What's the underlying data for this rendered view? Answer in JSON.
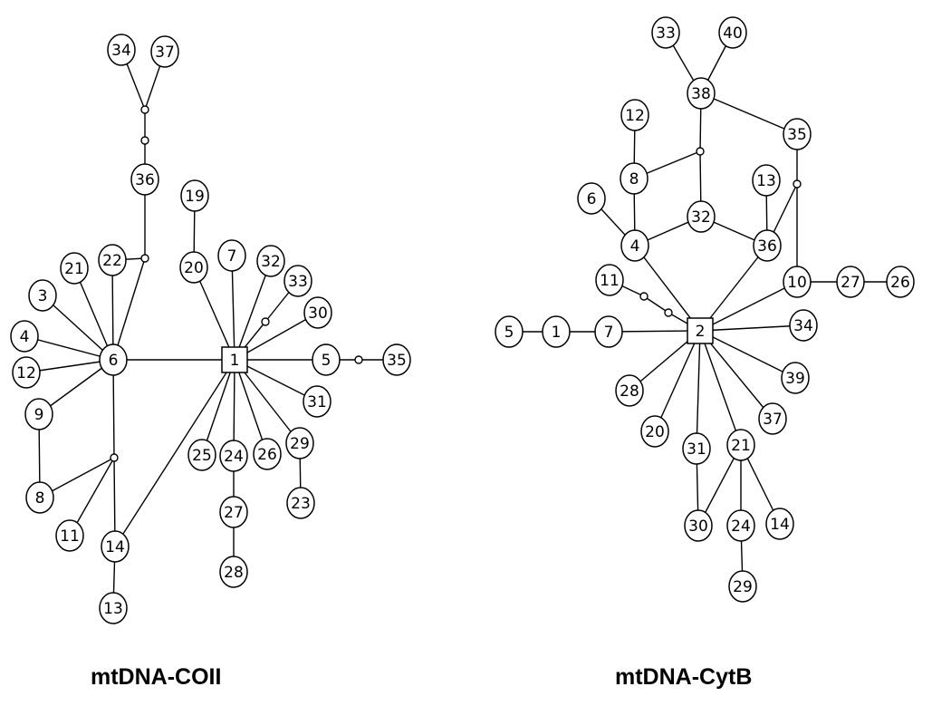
{
  "colors": {
    "stroke": "#000000",
    "node_fill": "#ffffff",
    "background": "#ffffff"
  },
  "panels": [
    {
      "title": "mtDNA-COII",
      "nodes": [
        {
          "id": "1",
          "label": "1",
          "shape": "square"
        },
        {
          "id": "6",
          "label": "6"
        },
        {
          "id": "34",
          "label": "34"
        },
        {
          "id": "37",
          "label": "37"
        },
        {
          "id": "36",
          "label": "36"
        },
        {
          "id": "22",
          "label": "22"
        },
        {
          "id": "21",
          "label": "21"
        },
        {
          "id": "3",
          "label": "3"
        },
        {
          "id": "4",
          "label": "4"
        },
        {
          "id": "12",
          "label": "12"
        },
        {
          "id": "9",
          "label": "9"
        },
        {
          "id": "8",
          "label": "8"
        },
        {
          "id": "11",
          "label": "11"
        },
        {
          "id": "14",
          "label": "14"
        },
        {
          "id": "13",
          "label": "13"
        },
        {
          "id": "19",
          "label": "19"
        },
        {
          "id": "20",
          "label": "20"
        },
        {
          "id": "7",
          "label": "7"
        },
        {
          "id": "32",
          "label": "32"
        },
        {
          "id": "33",
          "label": "33"
        },
        {
          "id": "30",
          "label": "30"
        },
        {
          "id": "5",
          "label": "5"
        },
        {
          "id": "35",
          "label": "35"
        },
        {
          "id": "31",
          "label": "31"
        },
        {
          "id": "29",
          "label": "29"
        },
        {
          "id": "23",
          "label": "23"
        },
        {
          "id": "26",
          "label": "26"
        },
        {
          "id": "24",
          "label": "24"
        },
        {
          "id": "27",
          "label": "27"
        },
        {
          "id": "28",
          "label": "28"
        },
        {
          "id": "25",
          "label": "25"
        },
        {
          "id": "m1",
          "median": true
        },
        {
          "id": "m2",
          "median": true
        },
        {
          "id": "m3",
          "median": true
        },
        {
          "id": "m4",
          "median": true
        },
        {
          "id": "m5",
          "median": true
        },
        {
          "id": "m6",
          "median": true
        }
      ],
      "edges": [
        [
          "34",
          "m1"
        ],
        [
          "37",
          "m1"
        ],
        [
          "m1",
          "m2"
        ],
        [
          "m2",
          "36"
        ],
        [
          "36",
          "m3"
        ],
        [
          "m3",
          "22"
        ],
        [
          "m3",
          "6"
        ],
        [
          "22",
          "6"
        ],
        [
          "21",
          "6"
        ],
        [
          "3",
          "6"
        ],
        [
          "4",
          "6"
        ],
        [
          "12",
          "6"
        ],
        [
          "9",
          "6"
        ],
        [
          "6",
          "1"
        ],
        [
          "6",
          "m4"
        ],
        [
          "m4",
          "8"
        ],
        [
          "m4",
          "11"
        ],
        [
          "m4",
          "14"
        ],
        [
          "9",
          "8"
        ],
        [
          "14",
          "13"
        ],
        [
          "14",
          "1"
        ],
        [
          "19",
          "20"
        ],
        [
          "20",
          "1"
        ],
        [
          "7",
          "1"
        ],
        [
          "32",
          "1"
        ],
        [
          "m5",
          "1"
        ],
        [
          "33",
          "m5"
        ],
        [
          "30",
          "1"
        ],
        [
          "5",
          "1"
        ],
        [
          "5",
          "m6"
        ],
        [
          "m6",
          "35"
        ],
        [
          "31",
          "1"
        ],
        [
          "29",
          "1"
        ],
        [
          "29",
          "23"
        ],
        [
          "26",
          "1"
        ],
        [
          "24",
          "1"
        ],
        [
          "24",
          "27"
        ],
        [
          "27",
          "28"
        ],
        [
          "25",
          "1"
        ]
      ]
    },
    {
      "title": "mtDNA-CytB",
      "nodes": [
        {
          "id": "2",
          "label": "2",
          "shape": "square"
        },
        {
          "id": "33",
          "label": "33"
        },
        {
          "id": "40",
          "label": "40"
        },
        {
          "id": "38",
          "label": "38"
        },
        {
          "id": "35",
          "label": "35"
        },
        {
          "id": "12",
          "label": "12"
        },
        {
          "id": "8",
          "label": "8"
        },
        {
          "id": "6",
          "label": "6"
        },
        {
          "id": "4",
          "label": "4"
        },
        {
          "id": "32",
          "label": "32"
        },
        {
          "id": "13",
          "label": "13"
        },
        {
          "id": "36",
          "label": "36"
        },
        {
          "id": "10",
          "label": "10"
        },
        {
          "id": "27",
          "label": "27"
        },
        {
          "id": "26",
          "label": "26"
        },
        {
          "id": "11",
          "label": "11"
        },
        {
          "id": "5",
          "label": "5"
        },
        {
          "id": "1",
          "label": "1"
        },
        {
          "id": "7",
          "label": "7"
        },
        {
          "id": "34",
          "label": "34"
        },
        {
          "id": "39",
          "label": "39"
        },
        {
          "id": "37",
          "label": "37"
        },
        {
          "id": "28",
          "label": "28"
        },
        {
          "id": "20",
          "label": "20"
        },
        {
          "id": "31",
          "label": "31"
        },
        {
          "id": "30",
          "label": "30"
        },
        {
          "id": "21",
          "label": "21"
        },
        {
          "id": "24",
          "label": "24"
        },
        {
          "id": "29",
          "label": "29"
        },
        {
          "id": "14",
          "label": "14"
        },
        {
          "id": "mA",
          "median": true
        },
        {
          "id": "mB",
          "median": true
        },
        {
          "id": "mC",
          "median": true
        },
        {
          "id": "mD",
          "median": true
        }
      ],
      "edges": [
        [
          "33",
          "38"
        ],
        [
          "40",
          "38"
        ],
        [
          "38",
          "mA"
        ],
        [
          "38",
          "35"
        ],
        [
          "35",
          "mB"
        ],
        [
          "mB",
          "36"
        ],
        [
          "mB",
          "10"
        ],
        [
          "mA",
          "8"
        ],
        [
          "mA",
          "32"
        ],
        [
          "12",
          "8"
        ],
        [
          "8",
          "4"
        ],
        [
          "6",
          "4"
        ],
        [
          "4",
          "32"
        ],
        [
          "32",
          "36"
        ],
        [
          "13",
          "36"
        ],
        [
          "4",
          "2"
        ],
        [
          "36",
          "2"
        ],
        [
          "10",
          "2"
        ],
        [
          "10",
          "27"
        ],
        [
          "27",
          "26"
        ],
        [
          "11",
          "mC"
        ],
        [
          "mC",
          "mD"
        ],
        [
          "mD",
          "2"
        ],
        [
          "5",
          "1"
        ],
        [
          "1",
          "7"
        ],
        [
          "7",
          "2"
        ],
        [
          "34",
          "2"
        ],
        [
          "39",
          "2"
        ],
        [
          "37",
          "2"
        ],
        [
          "28",
          "2"
        ],
        [
          "20",
          "2"
        ],
        [
          "31",
          "2"
        ],
        [
          "31",
          "30"
        ],
        [
          "21",
          "2"
        ],
        [
          "21",
          "30"
        ],
        [
          "21",
          "24"
        ],
        [
          "21",
          "14"
        ],
        [
          "24",
          "29"
        ]
      ]
    }
  ]
}
